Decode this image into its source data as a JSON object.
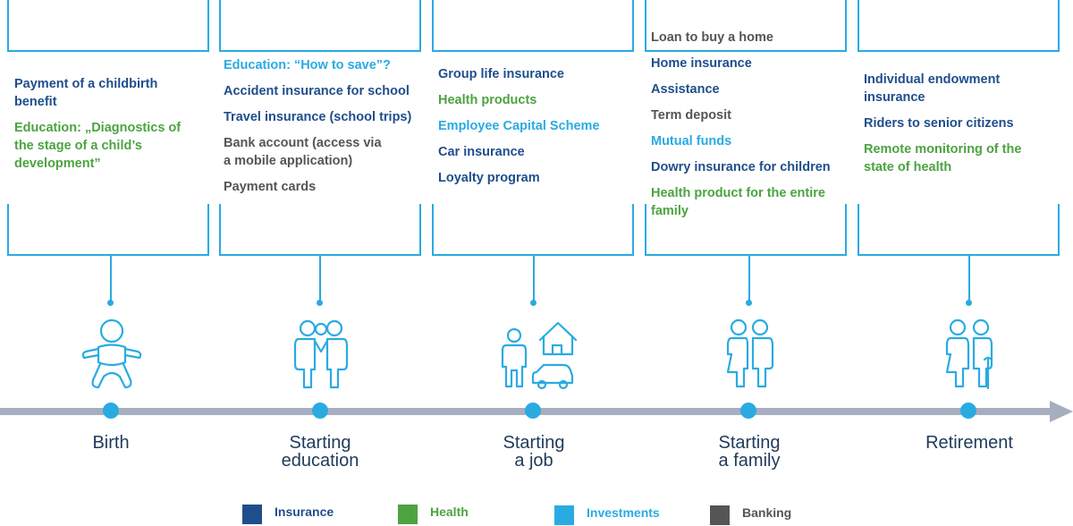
{
  "colors": {
    "frame": "#29ABE2",
    "timeline": "#A6AEBF",
    "node": "#29ABE2",
    "insurance": "#1F4E8C",
    "health": "#4CA340",
    "investments": "#29ABE2",
    "banking": "#555555",
    "label": "#1f3a5a"
  },
  "stages": [
    {
      "id": "birth",
      "label_lines": [
        "Birth"
      ],
      "icon": "baby-icon",
      "products": [
        {
          "text_lines": [
            "Payment of a childbirth",
            "benefit"
          ],
          "category": "insurance"
        },
        {
          "text_lines": [
            "Education: „Diagnostics of",
            "the stage of a child’s",
            "development”"
          ],
          "category": "health"
        }
      ]
    },
    {
      "id": "starting-education",
      "label_lines": [
        "Starting",
        "education"
      ],
      "icon": "parents-child-icon",
      "products": [
        {
          "text_lines": [
            "Education: “How to save”?"
          ],
          "category": "investments"
        },
        {
          "text_lines": [
            "Accident insurance for school"
          ],
          "category": "insurance"
        },
        {
          "text_lines": [
            "Travel insurance (school trips)"
          ],
          "category": "insurance"
        },
        {
          "text_lines": [
            "Bank account (access via",
            "a mobile application)"
          ],
          "category": "banking"
        },
        {
          "text_lines": [
            "Payment cards"
          ],
          "category": "banking"
        }
      ]
    },
    {
      "id": "starting-job",
      "label_lines": [
        "Starting",
        "a job"
      ],
      "icon": "person-house-car-icon",
      "products": [
        {
          "text_lines": [
            "Group life insurance"
          ],
          "category": "insurance"
        },
        {
          "text_lines": [
            "Health products"
          ],
          "category": "health"
        },
        {
          "text_lines": [
            "Employee Capital Scheme"
          ],
          "category": "investments"
        },
        {
          "text_lines": [
            "Car insurance"
          ],
          "category": "insurance"
        },
        {
          "text_lines": [
            "Loyalty program"
          ],
          "category": "insurance"
        }
      ]
    },
    {
      "id": "starting-family",
      "label_lines": [
        "Starting",
        "a family"
      ],
      "icon": "couple-icon",
      "products": [
        {
          "text_lines": [
            "Loan to buy a home"
          ],
          "category": "banking"
        },
        {
          "text_lines": [
            "Home insurance"
          ],
          "category": "insurance"
        },
        {
          "text_lines": [
            "Assistance"
          ],
          "category": "insurance"
        },
        {
          "text_lines": [
            "Term deposit"
          ],
          "category": "banking"
        },
        {
          "text_lines": [
            "Mutual funds"
          ],
          "category": "investments"
        },
        {
          "text_lines": [
            "Dowry insurance for children"
          ],
          "category": "insurance"
        },
        {
          "text_lines": [
            "Health product for the entire",
            "family"
          ],
          "category": "health"
        }
      ]
    },
    {
      "id": "retirement",
      "label_lines": [
        "Retirement"
      ],
      "icon": "elderly-couple-icon",
      "products": [
        {
          "text_lines": [
            "Individual endowment",
            "insurance"
          ],
          "category": "insurance"
        },
        {
          "text_lines": [
            "Riders to senior citizens"
          ],
          "category": "insurance"
        },
        {
          "text_lines": [
            "Remote monitoring of the",
            "state of health"
          ],
          "category": "health"
        }
      ]
    }
  ],
  "legend": [
    {
      "label": "Insurance",
      "category": "insurance"
    },
    {
      "label": "Health",
      "category": "health"
    },
    {
      "label": "Investments",
      "category": "investments"
    },
    {
      "label": "Banking",
      "category": "banking"
    }
  ]
}
